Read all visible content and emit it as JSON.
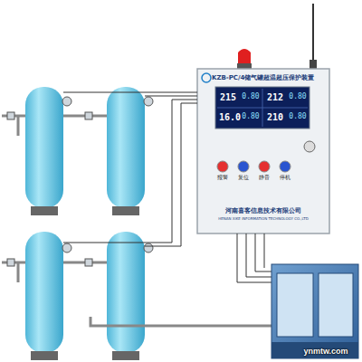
{
  "diagram": {
    "title": "KZB-PC/4储气罐超温超压保护装置",
    "nodes": [
      {
        "text": [
          "KZB-PC/4储气罐超温超压保护装置"
        ]
      }
    ],
    "labels": [
      "215",
      "0.80",
      "212",
      "0.80",
      "16.0",
      "0.80",
      "210",
      "0.80",
      "报警",
      "复位",
      "静音",
      "停机",
      "河南喜客信息技术有限公司",
      "HENAN XIKE INFORMATION TECHNOLOGY CO.,LTD",
      "ynmtw.com"
    ]
  }
}
